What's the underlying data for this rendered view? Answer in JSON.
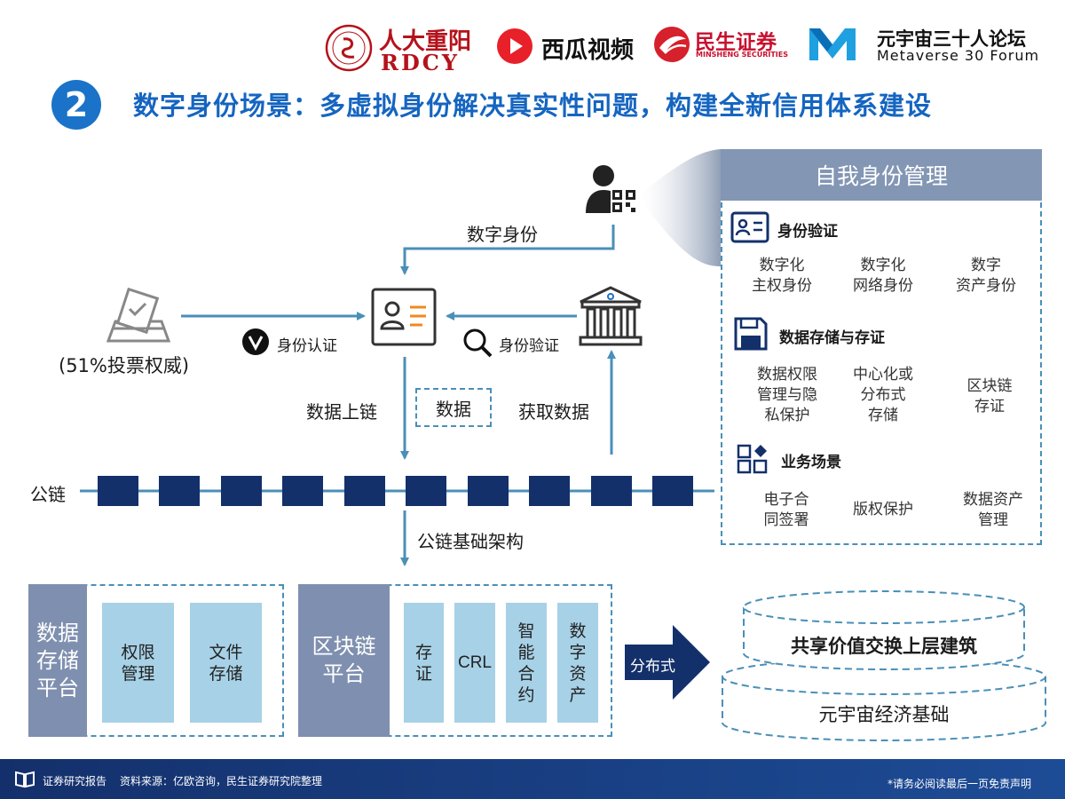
{
  "logos": {
    "rdcy_cn": "人大重阳",
    "rdcy_en": "RDCY",
    "xigua": "西瓜视频",
    "minsheng_cn": "民生证券",
    "minsheng_en": "MINSHENG SECURITIES",
    "forum_cn": "元宇宙三十人论坛",
    "forum_en": "Metaverse 30 Forum"
  },
  "header": {
    "number": "2",
    "title": "数字身份场景：多虚拟身份解决真实性问题，构建全新信用体系建设"
  },
  "flow": {
    "digital_identity": "数字身份",
    "vote_authority": "(51%投票权威)",
    "identity_auth": "身份认证",
    "identity_verify": "身份验证",
    "data_upload": "数据上链",
    "data": "数据",
    "get_data": "获取数据",
    "public_chain": "公链",
    "chain_infrastructure": "公链基础架构",
    "distributed": "分布式"
  },
  "panel": {
    "header": "自我身份管理",
    "sections": [
      {
        "title": "身份验证",
        "items": [
          [
            "数字化",
            "主权身份"
          ],
          [
            "数字化",
            "网络身份"
          ],
          [
            "数字",
            "资产身份"
          ]
        ]
      },
      {
        "title": "数据存储与存证",
        "items": [
          [
            "数据权限",
            "管理与隐",
            "私保护"
          ],
          [
            "中心化或",
            "分布式",
            "存储"
          ],
          [
            "区块链",
            "存证"
          ]
        ]
      },
      {
        "title": "业务场景",
        "items": [
          [
            "电子合",
            "同签署"
          ],
          [
            "版权保护"
          ],
          [
            "数据资产",
            "管理"
          ]
        ]
      }
    ]
  },
  "storage_platform": {
    "title": [
      "数据",
      "存储",
      "平台"
    ],
    "items": [
      [
        "权限",
        "管理"
      ],
      [
        "文件",
        "存储"
      ]
    ]
  },
  "blockchain_platform": {
    "title": [
      "区块链",
      "平台"
    ],
    "items": [
      [
        "存",
        "证"
      ],
      [
        "CRL"
      ],
      [
        "智",
        "能",
        "合",
        "约"
      ],
      [
        "数",
        "字",
        "资",
        "产"
      ]
    ]
  },
  "economy": {
    "top": "共享价值交换上层建筑",
    "bottom": "元宇宙经济基础"
  },
  "footer": {
    "report_type": "证券研究报告",
    "source": "资料来源：亿欧咨询，民生证券研究院整理",
    "disclaimer": "*请务必阅读最后一页免责声明"
  },
  "colors": {
    "title_blue": "#1565c0",
    "chain_navy": "#13306b",
    "arrow_blue": "#4a8fb8",
    "slate": "#7f8faf",
    "light_blue": "#a7d1e6",
    "footer_navy": "#14306c"
  }
}
